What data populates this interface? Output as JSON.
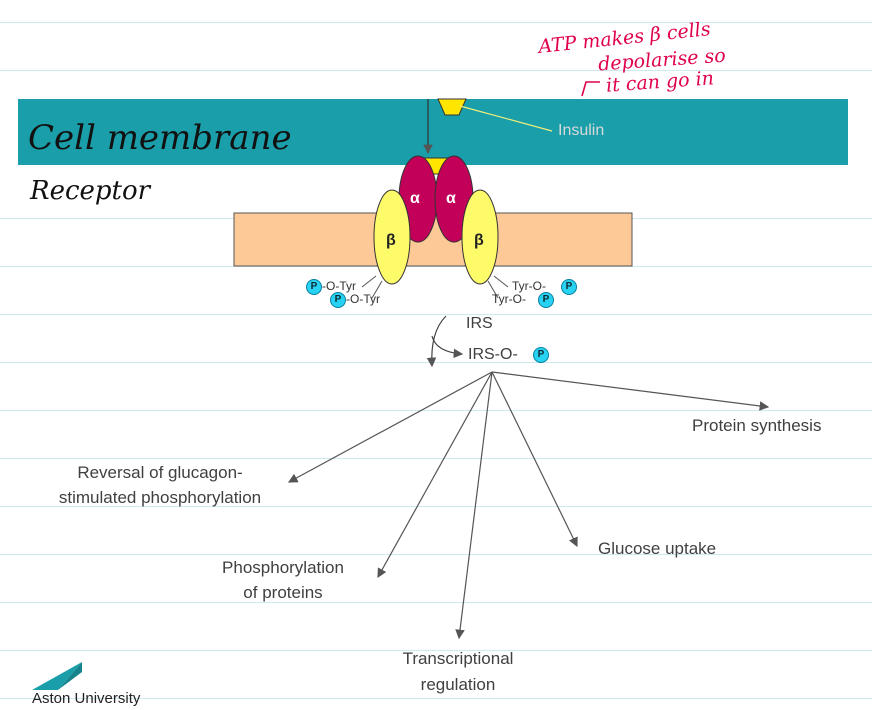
{
  "membrane_label": "Cell membrane",
  "receptor_label": "Receptor",
  "insulin_label": "Insulin",
  "annotation": [
    "ATP makes β cells",
    "depolarise so",
    "it can go in"
  ],
  "receptor_subunits": {
    "alpha": "α",
    "beta": "β"
  },
  "phosphorylation": {
    "left_1": "-O-Tyr",
    "left_2": "-O-Tyr",
    "right_1": "Tyr-O-",
    "right_2": "Tyr-O-",
    "p": "P"
  },
  "irs": "IRS",
  "irs_p": "IRS-O-",
  "outcomes": {
    "protein_synthesis": "Protein synthesis",
    "reversal_line1": "Reversal of glucagon-",
    "reversal_line2": "stimulated phosphorylation",
    "phosphorylation_line1": "Phosphorylation",
    "phosphorylation_line2": "of proteins",
    "glucose_uptake": "Glucose uptake",
    "transcription_line1": "Transcriptional",
    "transcription_line2": "regulation"
  },
  "logo_text": "Aston University",
  "colors": {
    "membrane_band": "#1a9faa",
    "cytoplasm_box": "#fdc996",
    "alpha_subunit": "#c2005a",
    "beta_subunit": "#fdfb6a",
    "insulin": "#ffe600",
    "annotation": "#e0004d"
  }
}
